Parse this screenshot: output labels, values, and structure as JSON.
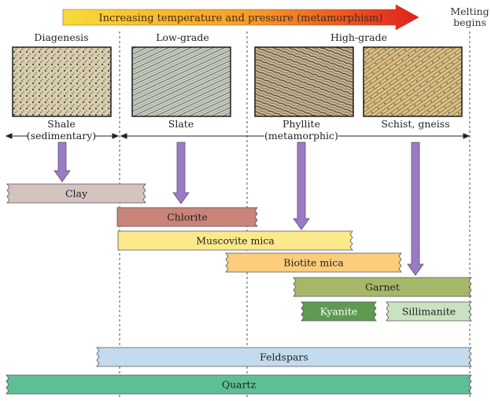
{
  "arrow": {
    "label": "Increasing temperature and pressure (metamorphism)"
  },
  "melting": {
    "line1": "Melting",
    "line2": "begins"
  },
  "zones": {
    "diagenesis": "Diagenesis",
    "low_grade": "Low-grade",
    "high_grade": "High-grade"
  },
  "rocks": {
    "shale": "Shale",
    "sedimentary": "(sedimentary)",
    "slate": "Slate",
    "phyllite": "Phyllite",
    "metamorphic": "(metamorphic)",
    "schist": "Schist, gneiss"
  },
  "minerals": [
    {
      "id": "clay",
      "label": "Clay",
      "color": "#d4c4bf"
    },
    {
      "id": "chlorite",
      "label": "Chlorite",
      "color": "#c9847a"
    },
    {
      "id": "muscovite",
      "label": "Muscovite mica",
      "color": "#fbe98c"
    },
    {
      "id": "biotite",
      "label": "Biotite mica",
      "color": "#fbcd7c"
    },
    {
      "id": "garnet",
      "label": "Garnet",
      "color": "#a5b86a"
    },
    {
      "id": "kyanite",
      "label": "Kyanite",
      "color": "#5e9a52"
    },
    {
      "id": "sillimanite",
      "label": "Sillimanite",
      "color": "#c8e2c2"
    },
    {
      "id": "feldspars",
      "label": "Feldspars",
      "color": "#c4dbee"
    },
    {
      "id": "quartz",
      "label": "Quartz",
      "color": "#5fbf94"
    }
  ],
  "colors": {
    "arrow_start": "#f5d12a",
    "arrow_end": "#e11f1f",
    "down_arrow": "#9a7cc2"
  }
}
